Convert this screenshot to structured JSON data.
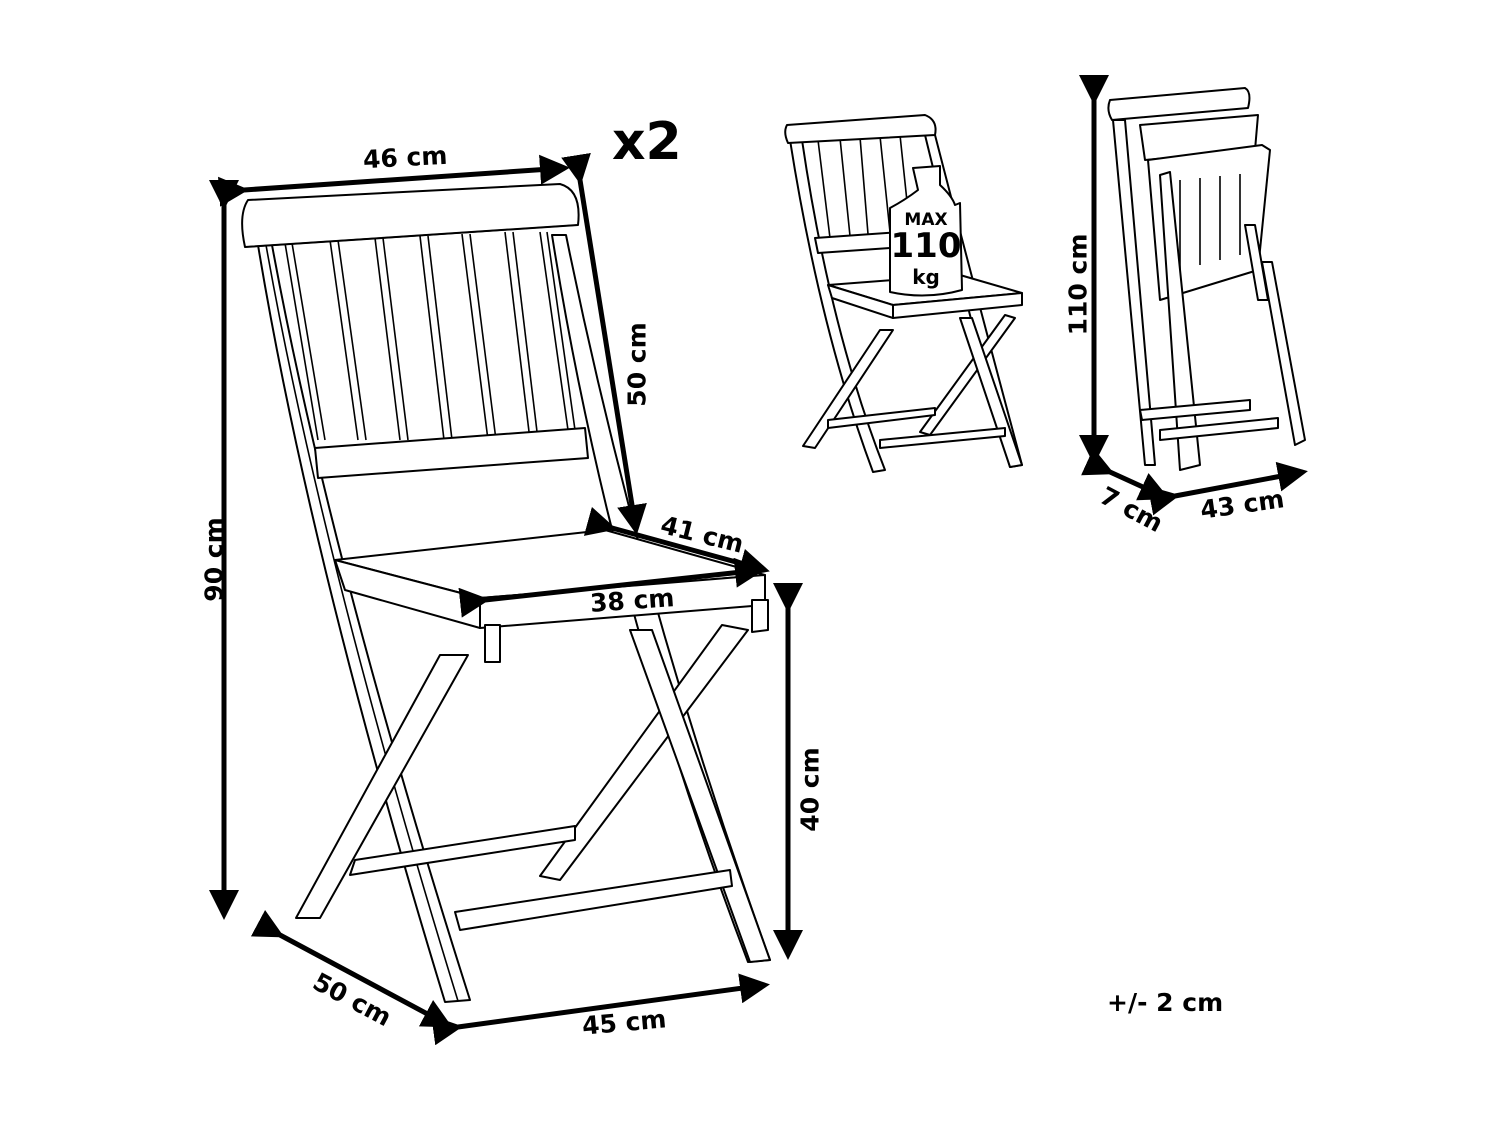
{
  "diagram": {
    "title_quantity": "x2",
    "tolerance": "+/- 2 cm",
    "main_view": {
      "dimensions": {
        "backrest_width": "46 cm",
        "backrest_height": "50 cm",
        "total_height": "90 cm",
        "seat_depth": "41 cm",
        "seat_width": "38 cm",
        "seat_height": "40 cm",
        "base_depth": "50 cm",
        "base_width": "45 cm"
      }
    },
    "load_view": {
      "weight_label_top": "MAX",
      "weight_value": "110",
      "weight_unit": "kg"
    },
    "folded_view": {
      "dimensions": {
        "folded_height": "110 cm",
        "folded_depth": "7 cm",
        "folded_width": "43 cm"
      }
    },
    "colors": {
      "line": "#000000",
      "background": "#ffffff"
    }
  }
}
